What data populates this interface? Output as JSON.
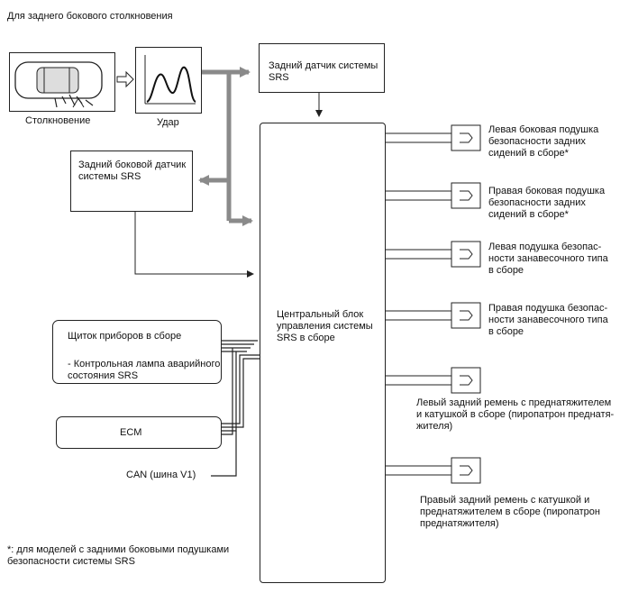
{
  "title": "Для заднего бокового столкновения",
  "impact_image": {
    "caption": "Столкновение"
  },
  "shock_graph": {
    "caption": "Удар"
  },
  "rear_sensor": "Задний датчик системы SRS",
  "rear_side_sensor": "Задний боковой датчик системы SRS",
  "central_unit": "Центральный блок управления системы SRS в сборе",
  "meter": {
    "title": "Щиток приборов в сборе",
    "lamp": "- Контрольная лампа аварийного состояния SRS"
  },
  "ecm": "ECM",
  "can_label": "CAN (шина V1)",
  "outputs": [
    "Левая боковая подушка безопасности задних сидений в сборе*",
    "Правая боковая подушка безопасности задних сидений в сборе*",
    "Левая подушка безопас-ности занавесочного типа в сборе",
    "Правая подушка безопас-ности занавесочного типа в сборе",
    "Левый задний ремень с преднатяжителем и катушкой в сборе (пиропатрон преднатя-жителя)",
    "Правый задний ремень с катушкой и преднатяжителем в сборе (пиропатрон преднатяжителя)"
  ],
  "footnote": "*: для моделей с задними боковыми подушками безопасности системы SRS",
  "colors": {
    "arrow_gray": "#8a8a8a",
    "line": "#222222"
  }
}
